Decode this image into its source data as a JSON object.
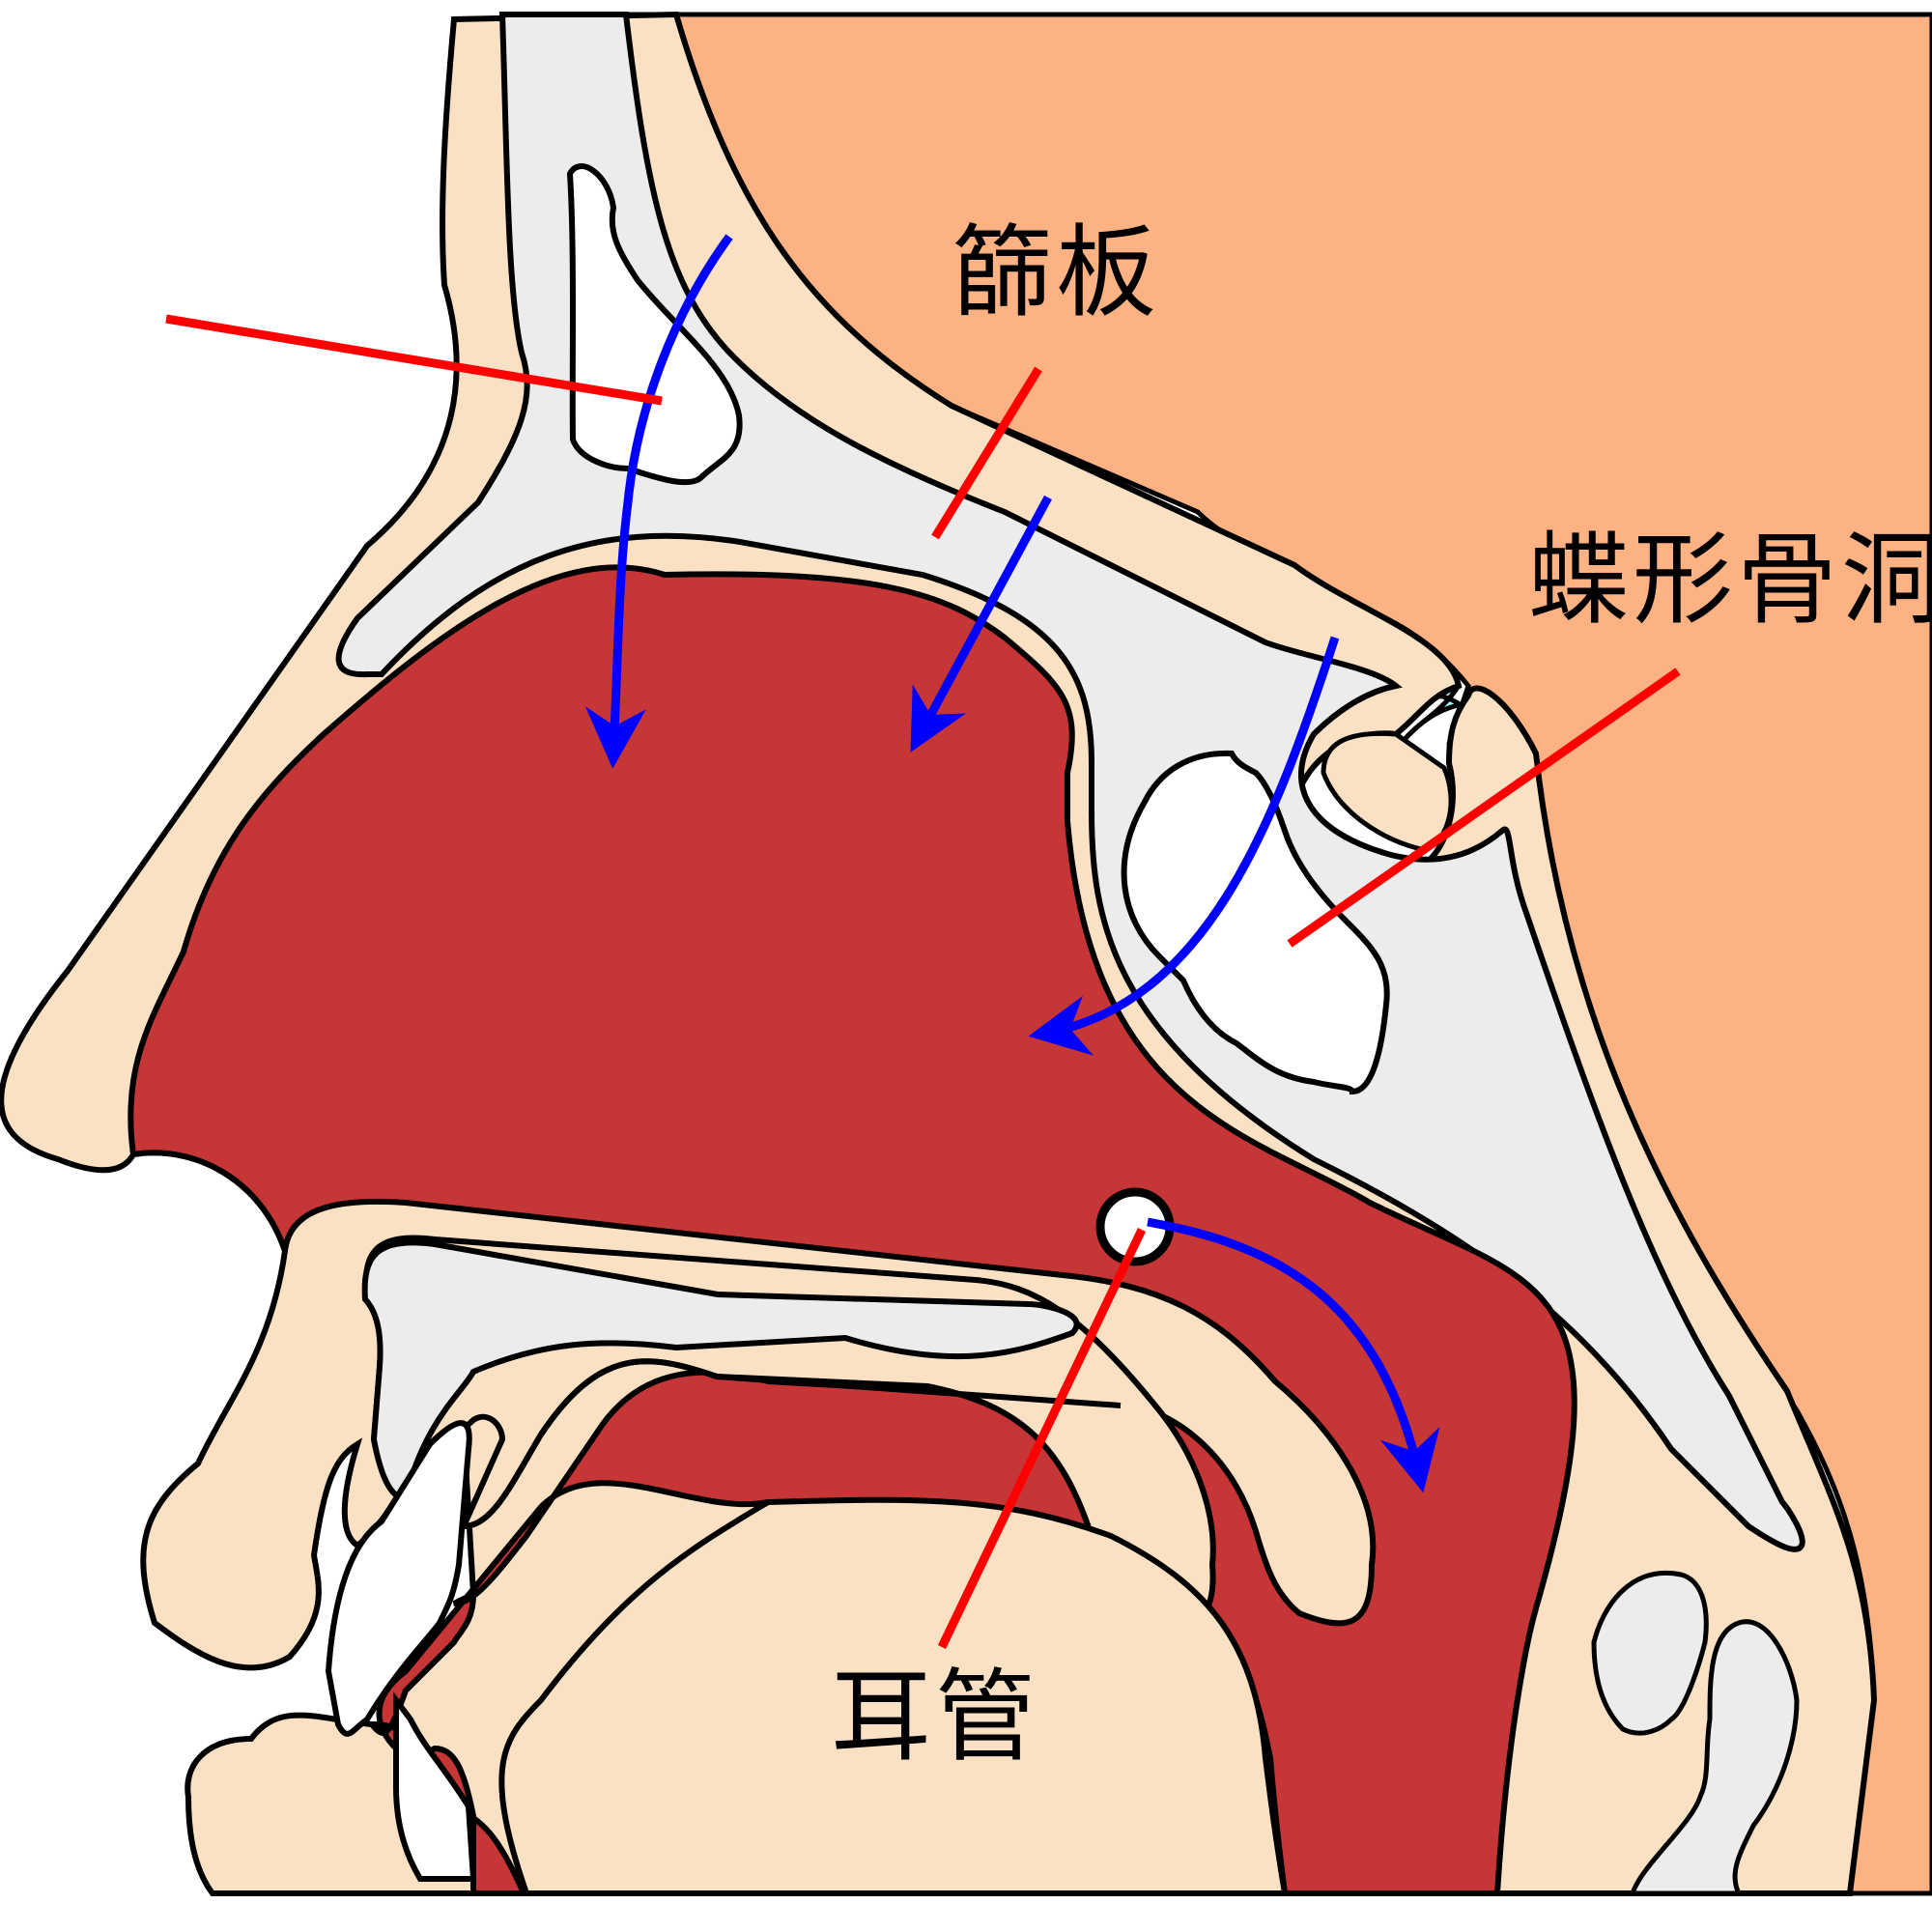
{
  "labels": {
    "cribriform_plate": "篩板",
    "sphenoid_sinus": "蝶形骨洞",
    "eustachian_tube": "耳管"
  },
  "colors": {
    "skin": "#fbe1c3",
    "brain": "#fcb282",
    "dura": "#9dfdfd",
    "nasal_cavity": "#c63637",
    "air": "#ececec",
    "bone": "#ffffff",
    "outline": "#000000",
    "pointer": "#ff0000",
    "flow_arrow": "#0000ff"
  },
  "icons": {
    "arrowhead": "arrowhead-icon"
  }
}
